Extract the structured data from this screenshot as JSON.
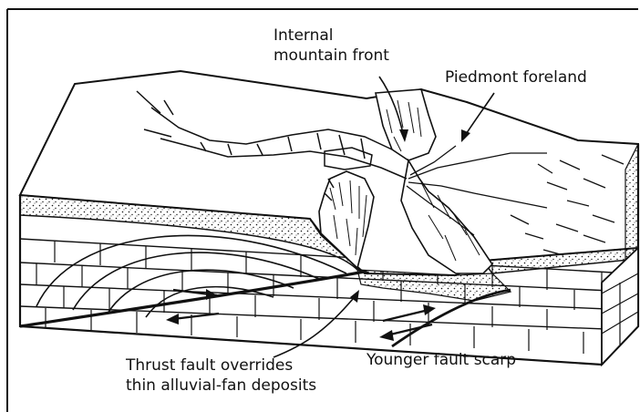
{
  "labels": {
    "internal_front": [
      "Internal",
      "mountain front"
    ],
    "piedmont": "Piedmont foreland",
    "thrust": [
      "Thrust fault overrides",
      "thin alluvial-fan deposits"
    ],
    "scarp": "Younger fault scarp"
  },
  "colors": {
    "ink": "#111111",
    "paper": "#ffffff"
  }
}
